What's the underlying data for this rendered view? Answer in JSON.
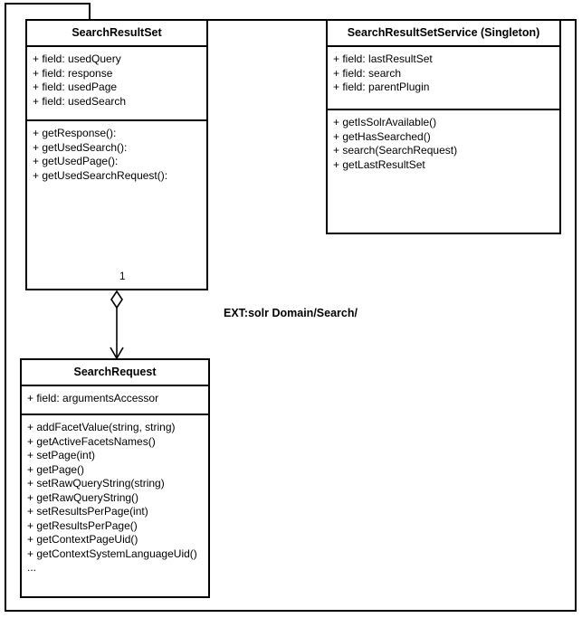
{
  "diagram": {
    "type": "uml-class-diagram",
    "package_label": "",
    "annotation": "EXT:solr Domain/Search/",
    "classes": [
      {
        "id": "searchresultset",
        "name": "SearchResultSet",
        "fields": [
          "+ field: usedQuery",
          "+ field: response",
          "+ field: usedPage",
          "+ field: usedSearch"
        ],
        "methods": [
          "+ getResponse():",
          "+ getUsedSearch():",
          "+ getUsedPage():",
          "+ getUsedSearchRequest():"
        ]
      },
      {
        "id": "service",
        "name": "SearchResultSetService (Singleton)",
        "fields": [
          "+ field: lastResultSet",
          "+ field: search",
          "+ field: parentPlugin"
        ],
        "methods": [
          "+ getIsSolrAvailable()",
          "+ getHasSearched()",
          "+ search(SearchRequest)",
          "+ getLastResultSet"
        ]
      },
      {
        "id": "searchrequest",
        "name": "SearchRequest",
        "fields": [
          "+ field: argumentsAccessor"
        ],
        "methods": [
          "+ addFacetValue(string, string)",
          "+ getActiveFacetsNames()",
          "+ setPage(int)",
          "+ getPage()",
          "+ setRawQueryString(string)",
          "+ getRawQueryString()",
          "+ setResultsPerPage(int)",
          "+ getResultsPerPage()",
          "+ getContextPageUid()",
          "+ getContextSystemLanguageUid()",
          "..."
        ]
      }
    ],
    "relations": [
      {
        "id": "aggregation-resultset-request",
        "from": "searchresultset",
        "to": "searchrequest",
        "kind": "aggregation",
        "source_multiplicity": "1",
        "target_multiplicity": ""
      }
    ]
  },
  "colors": {
    "stroke": "#000000",
    "fill": "#ffffff",
    "text": "#000000"
  }
}
